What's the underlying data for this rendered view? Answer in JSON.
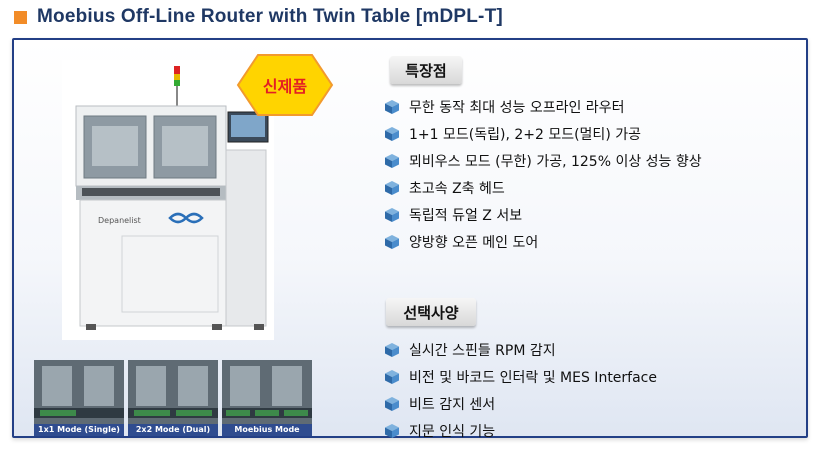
{
  "header": {
    "title": "Moebius Off-Line Router with Twin Table [mDPL-T]",
    "accent_color": "#f28c28",
    "title_color": "#1f3864"
  },
  "badge": {
    "label": "신제품",
    "fill": "#ffd400",
    "border": "#f29a2e",
    "text_color": "#e31e24"
  },
  "product": {
    "brand": "Depanelist"
  },
  "features": {
    "heading": "특장점",
    "items": [
      "무한 동작 최대 성능 오프라인 라우터",
      "1+1 모드(독립), 2+2 모드(멀티) 가공",
      "뫼비우스 모드 (무한) 가공, 125% 이상 성능 향상",
      "초고속 Z축 헤드",
      "독립적 듀얼 Z 서보",
      "양방향 오픈 메인 도어"
    ]
  },
  "options": {
    "heading": "선택사양",
    "items": [
      "실시간 스핀들 RPM 감지",
      "비전 및 바코드 인터락 및 MES Interface",
      "비트 감지 센서",
      "지문 인식 기능"
    ]
  },
  "modes": [
    {
      "caption": "1x1 Mode (Single)"
    },
    {
      "caption": "2x2 Mode (Dual)"
    },
    {
      "caption": "Moebius Mode"
    }
  ],
  "icons": {
    "bullet": "3d-cube-icon"
  }
}
